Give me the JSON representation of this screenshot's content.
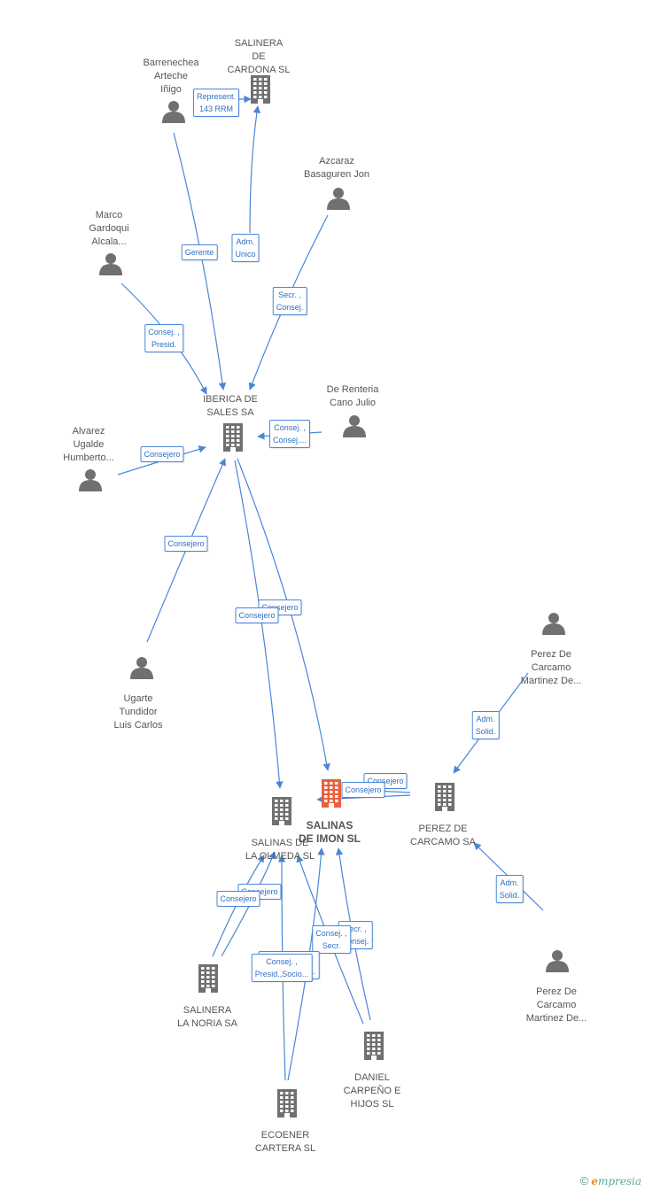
{
  "colors": {
    "edge": "#4a86d8",
    "label_text": "#2f6fc4",
    "icon": "#707070",
    "focus": "#e8603c"
  },
  "nodes": [
    {
      "id": "salinera-cardona",
      "label": "SALINERA\nDE\nCARDONA SL",
      "type": "company"
    },
    {
      "id": "barrenechea",
      "label": "Barrenechea\nArteche\nIñigo",
      "type": "person"
    },
    {
      "id": "azcaraz",
      "label": "Azcaraz\nBasaguren Jon",
      "type": "person"
    },
    {
      "id": "marco",
      "label": "Marco\nGardoqui\nAlcala...",
      "type": "person"
    },
    {
      "id": "iberica",
      "label": "IBERICA DE\nSALES SA",
      "type": "company"
    },
    {
      "id": "derenteria",
      "label": "De Renteria\nCano Julio",
      "type": "person"
    },
    {
      "id": "alvarez",
      "label": "Alvarez\nUgalde\nHumberto...",
      "type": "person"
    },
    {
      "id": "ugarte",
      "label": "Ugarte\nTundidor\nLuis Carlos",
      "type": "person"
    },
    {
      "id": "perez1",
      "label": "Perez De\nCarcamo\nMartinez De...",
      "type": "person"
    },
    {
      "id": "salinas-imon",
      "label": "SALINAS\nDE IMON SL",
      "type": "focus"
    },
    {
      "id": "perez-sa",
      "label": "PEREZ DE\nCARCAMO SA",
      "type": "company"
    },
    {
      "id": "olmeda",
      "label": "SALINAS DE\nLA OLMEDA SL",
      "type": "company"
    },
    {
      "id": "noria",
      "label": "SALINERA\nLA NORIA SA",
      "type": "company"
    },
    {
      "id": "perez2",
      "label": "Perez De\nCarcamo\nMartinez De...",
      "type": "person"
    },
    {
      "id": "daniel",
      "label": "DANIEL\nCARPEÑO E\nHIJOS SL",
      "type": "company"
    },
    {
      "id": "ecoener",
      "label": "ECOENER\nCARTERA SL",
      "type": "company"
    }
  ],
  "edges": [
    {
      "label": "Represent.\n143 RRM"
    },
    {
      "label": "Adm.\nUnico"
    },
    {
      "label": "Gerente"
    },
    {
      "label": "Secr. ,\nConsej."
    },
    {
      "label": "Consej. ,\nPresid."
    },
    {
      "label": "Consej. ,\nConsej...."
    },
    {
      "label": "Consejero"
    },
    {
      "label": "Consejero"
    },
    {
      "label": "Consejero"
    },
    {
      "label": "Consejero"
    },
    {
      "label": "Adm.\nSolid."
    },
    {
      "label": "Consejero"
    },
    {
      "label": "Consejero"
    },
    {
      "label": "Adm.\nSolid."
    },
    {
      "label": "Consejero"
    },
    {
      "label": "Consejero"
    },
    {
      "label": "Secr. ,\nConsej."
    },
    {
      "label": "Consej. ,\nSecr."
    },
    {
      "label": "Consej. ,\nPresid.,Socio..."
    },
    {
      "label": "Consej. ,\nPresid.,Socio..."
    }
  ],
  "footer": {
    "copyright": "©",
    "brand_initial": "e",
    "brand_rest": "mpresia"
  }
}
